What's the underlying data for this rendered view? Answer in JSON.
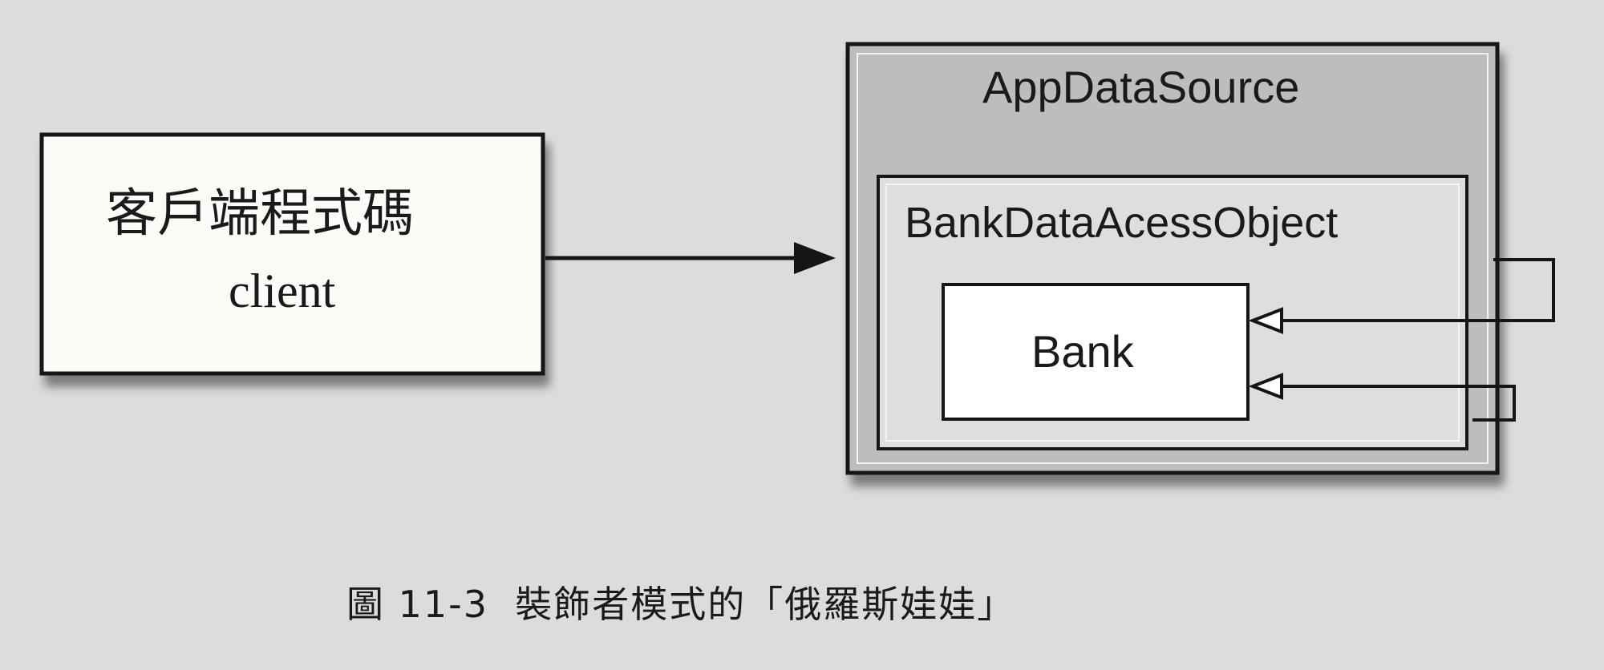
{
  "client_box": {
    "title": "客戶端程式碼",
    "subtitle": "client"
  },
  "app_data_source": {
    "label": "AppDataSource"
  },
  "bank_dao": {
    "label": "BankDataAcessObject"
  },
  "bank": {
    "label": "Bank"
  },
  "caption": {
    "text": "圖 11-3  裝飾者模式的「俄羅斯娃娃」"
  },
  "colors": {
    "background": "#dcdcda",
    "client_fill": "#fbfbf8",
    "outer_fill": "#bdbdbb",
    "inner_fill": "#dededc",
    "bank_fill": "#ffffff",
    "stroke": "#151515"
  }
}
